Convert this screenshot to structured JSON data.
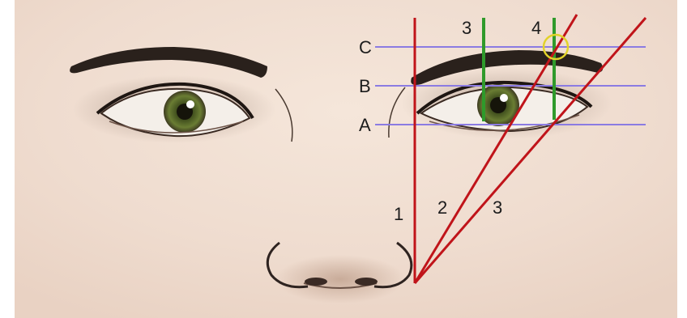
{
  "guide_labels": {
    "line1": "1",
    "line2": "2",
    "line3": "3",
    "line3_top": "3",
    "line4_top": "4",
    "level_a": "A",
    "level_b": "B",
    "level_c": "C"
  },
  "colors": {
    "skin": "#f1ddd0",
    "red_guide": "#c0141a",
    "green_guide": "#2f9a2b",
    "purple_guide": "#8b7be2",
    "yellow_marker": "#e2d22a",
    "brow": "#2a211c",
    "iris": "#5b6e2c"
  }
}
